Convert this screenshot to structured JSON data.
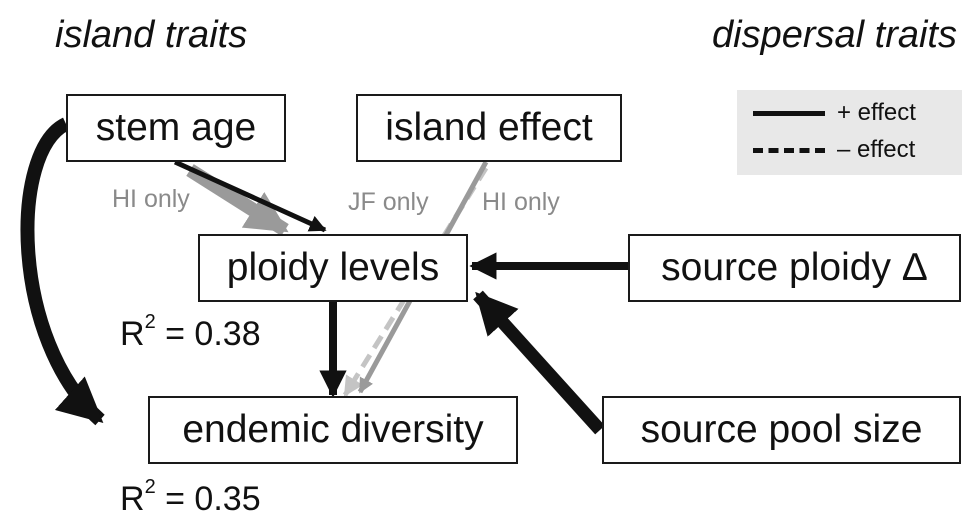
{
  "headings": {
    "left": "island traits",
    "right": "dispersal traits"
  },
  "nodes": {
    "stem_age": "stem age",
    "island_effect": "island effect",
    "ploidy_levels": "ploidy levels",
    "source_ploidy": "source ploidy Δ",
    "endemic_diversity": "endemic diversity",
    "source_pool_size": "source pool size"
  },
  "r2": {
    "ploidy_prefix": "R",
    "ploidy_exp": "2",
    "ploidy_value": " = 0.38",
    "endemic_prefix": "R",
    "endemic_exp": "2",
    "endemic_value": " = 0.35"
  },
  "notes": {
    "hi_only_stem": "HI only",
    "jf_only": "JF only",
    "hi_only_island": "HI only"
  },
  "legend": {
    "positive": "+ effect",
    "negative": "– effect"
  },
  "colors": {
    "black_arrow": "#111111",
    "gray_arrow": "#9a9a9a",
    "light_gray_arrow": "#c4c4c4",
    "legend_bg": "#e8e8e8"
  }
}
